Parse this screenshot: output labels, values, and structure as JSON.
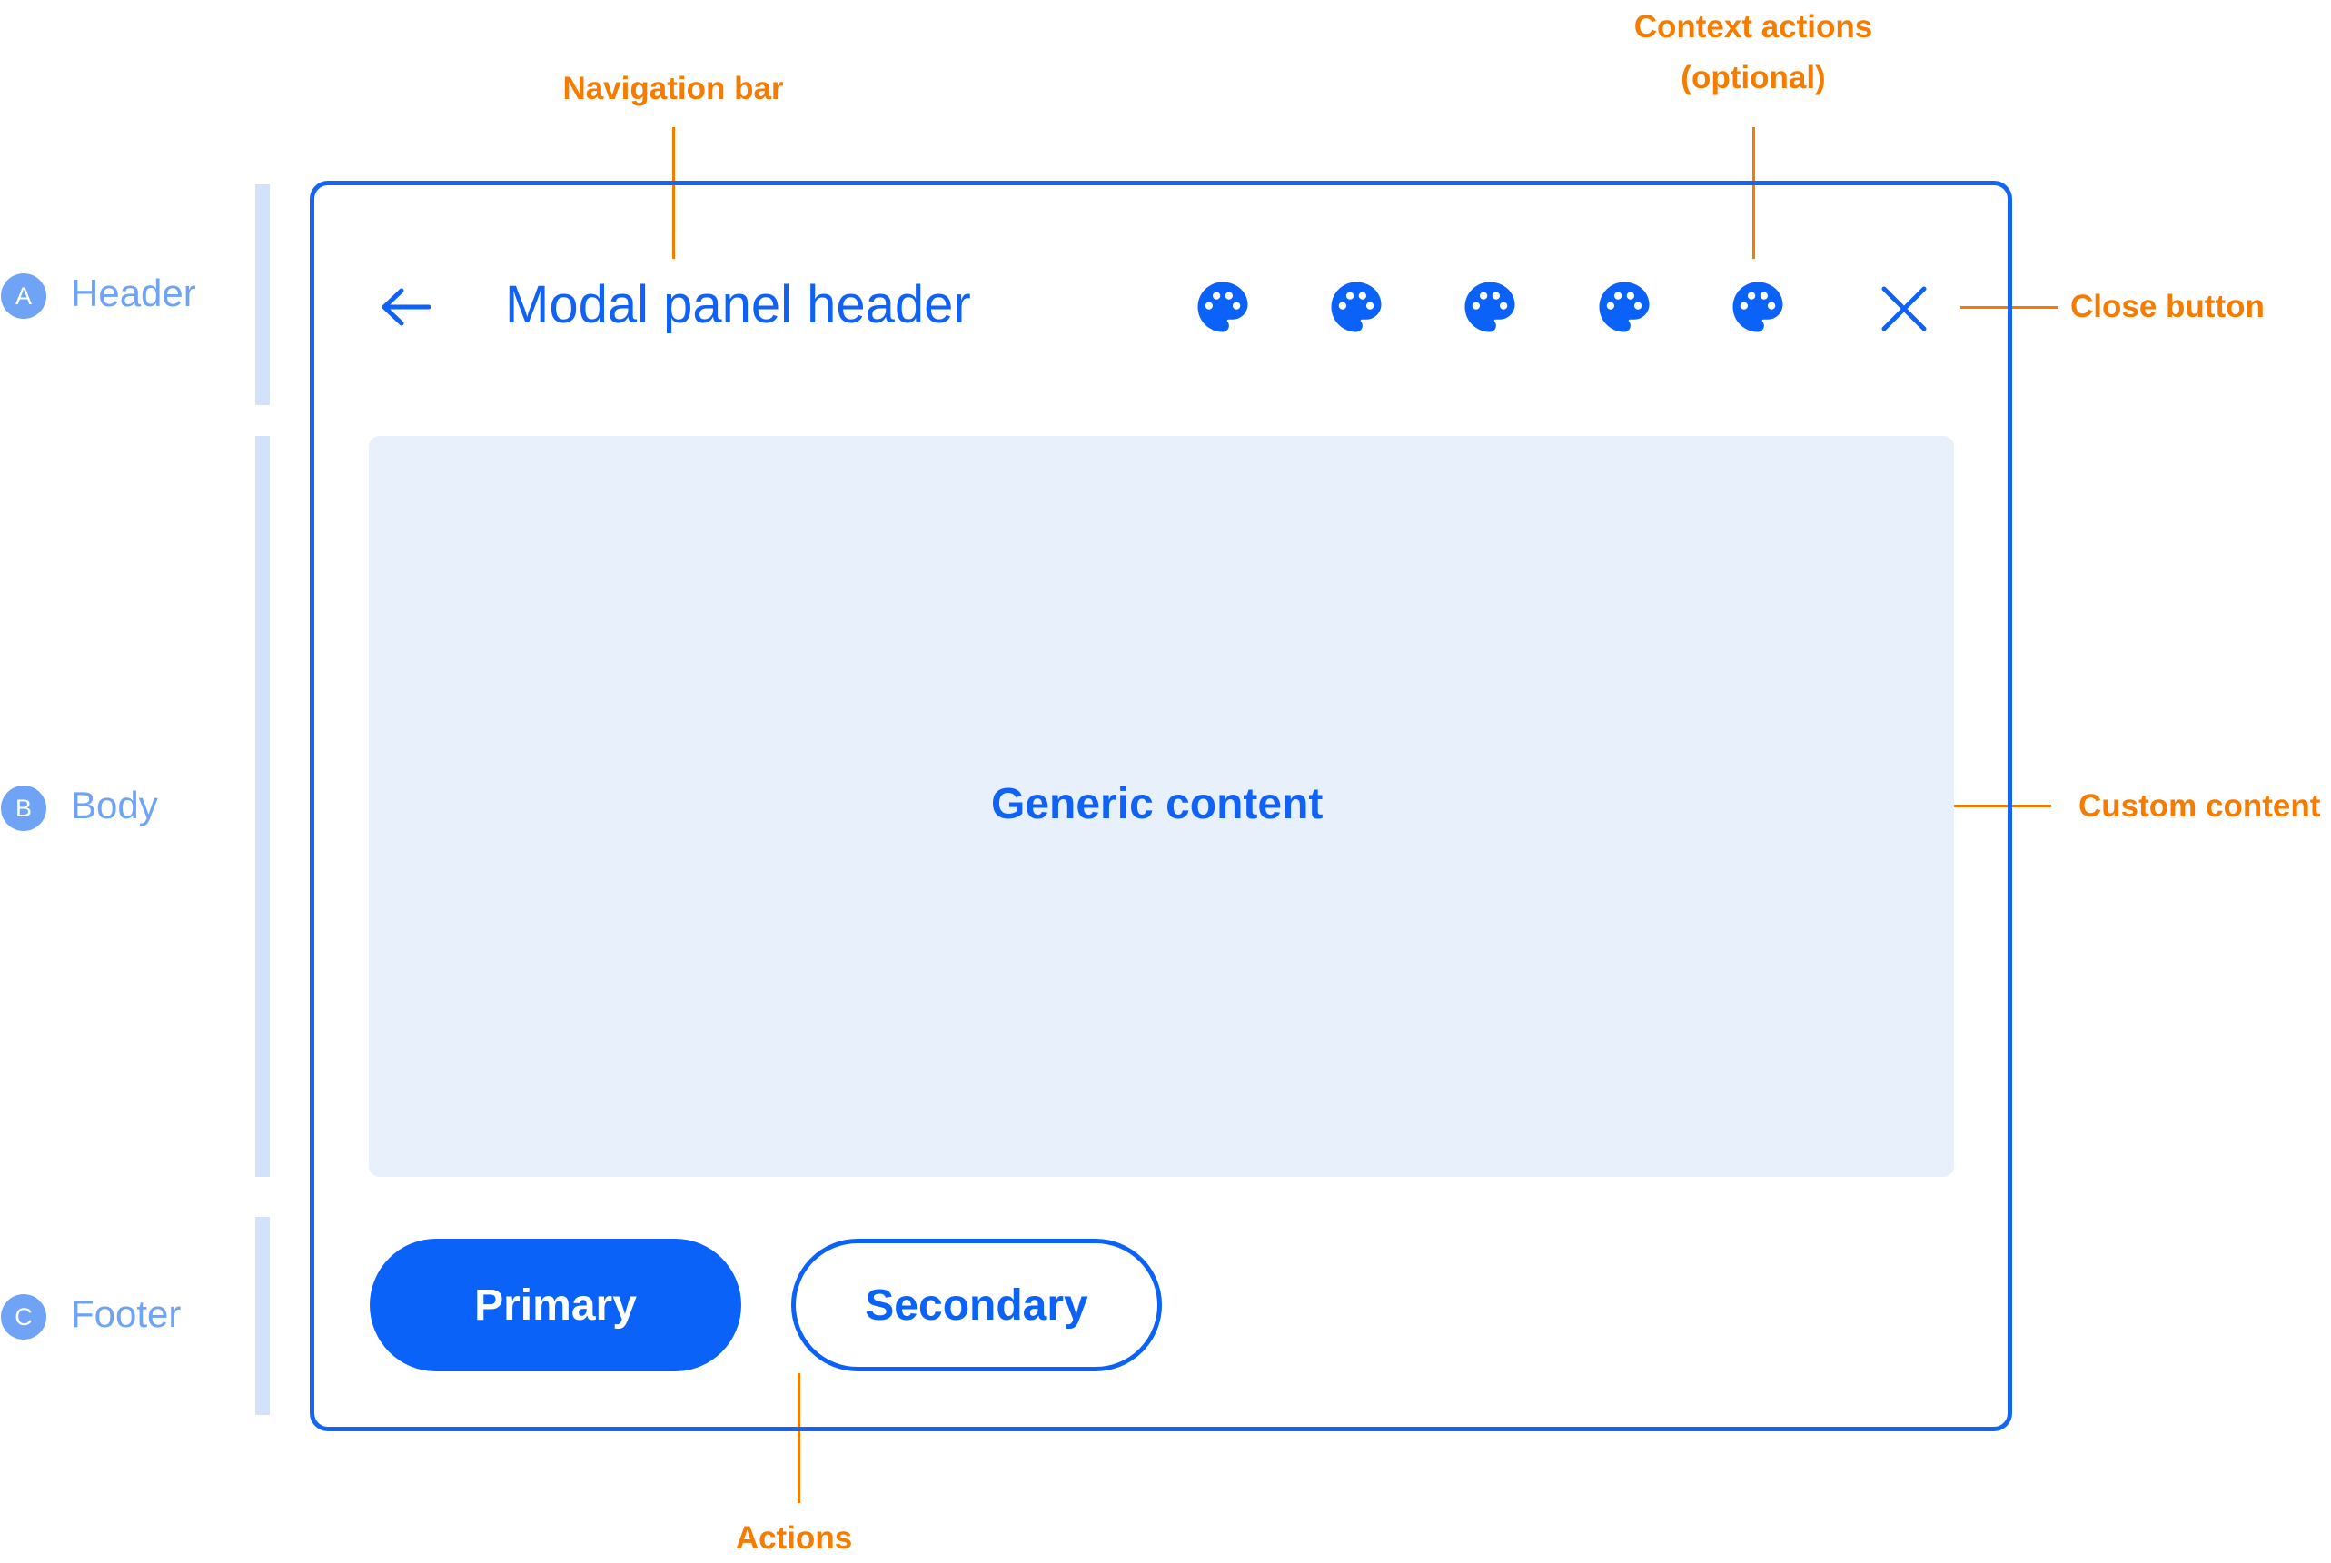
{
  "annotations": {
    "navigation_bar": "Navigation bar",
    "context_actions_line1": "Context actions",
    "context_actions_line2": "(optional)",
    "close_button": "Close button",
    "custom_content": "Custom content",
    "actions": "Actions"
  },
  "sections": [
    {
      "badge": "A",
      "label": "Header"
    },
    {
      "badge": "B",
      "label": "Body"
    },
    {
      "badge": "C",
      "label": "Footer"
    }
  ],
  "modal": {
    "header_title": "Modal panel header",
    "back_icon": "arrow-left-icon",
    "context_action_icons": [
      "palette-icon",
      "palette-icon",
      "palette-icon",
      "palette-icon",
      "palette-icon"
    ],
    "close_icon": "close-icon",
    "body_text": "Generic content",
    "primary_label": "Primary",
    "secondary_label": "Secondary"
  },
  "colors": {
    "annotation": "#f57c00",
    "primary": "#0a62f8",
    "section_label": "#6fa3f5",
    "section_bar": "#d2e2fa",
    "body_background": "#e8f0fc"
  }
}
